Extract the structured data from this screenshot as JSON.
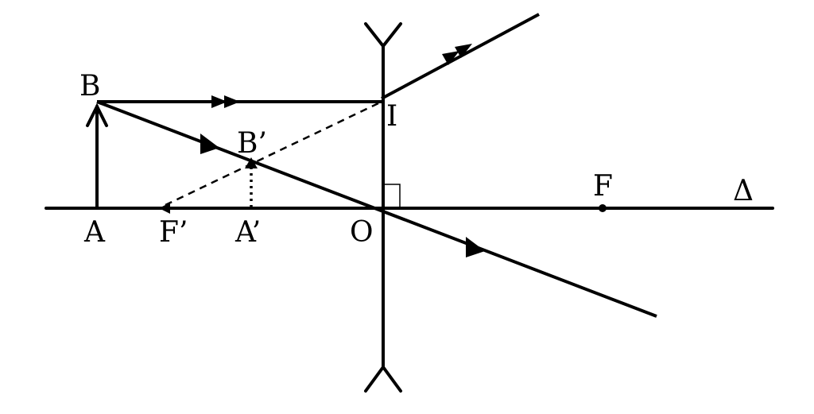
{
  "labels": {
    "B": "B",
    "I": "I",
    "B_prime": "B’",
    "F": "F",
    "delta": "Δ",
    "A": "A",
    "F_prime": "F’",
    "A_prime": "A’",
    "O": "O"
  },
  "colors": {
    "ink": "#000000",
    "background": "#ffffff"
  }
}
